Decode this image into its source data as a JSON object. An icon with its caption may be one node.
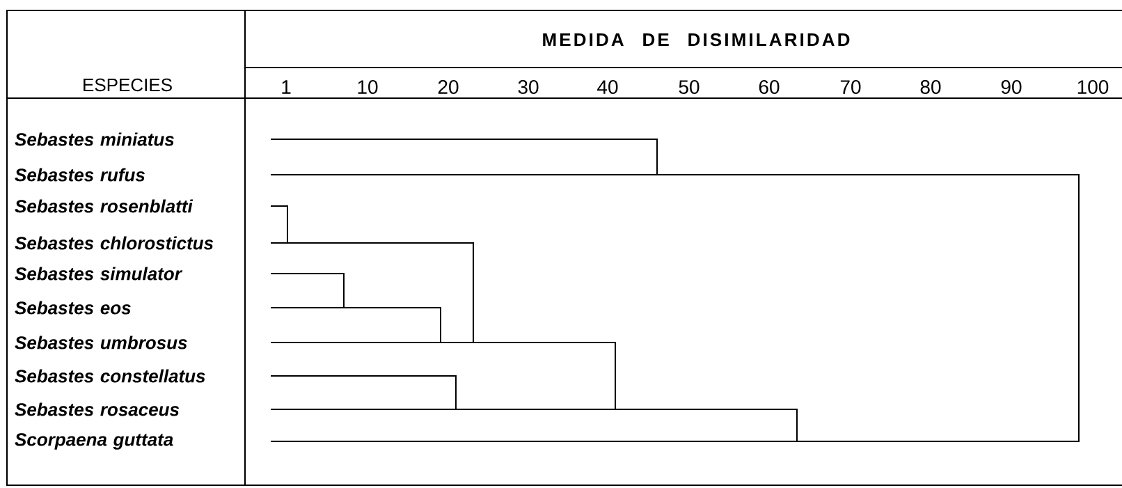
{
  "diagram": {
    "nodes": [
      {
        "text": [
          "Sebastes miniatus"
        ]
      },
      {
        "text": [
          "Sebastes rufus"
        ]
      },
      {
        "text": [
          "Sebastes rosenblatti"
        ]
      },
      {
        "text": [
          "Sebastes chlorostictus"
        ]
      },
      {
        "text": [
          "Sebastes simulator"
        ]
      },
      {
        "text": [
          "Sebastes eos"
        ]
      },
      {
        "text": [
          "Sebastes umbrosus"
        ]
      },
      {
        "text": [
          "Sebastes constellatus"
        ]
      },
      {
        "text": [
          "Sebastes rosaceus"
        ]
      },
      {
        "text": [
          "Scorpaena guttata"
        ]
      }
    ],
    "edges": [
      {
        "from": 2,
        "to": 3,
        "arrow": "none"
      },
      {
        "from": 4,
        "to": 5,
        "arrow": "none"
      },
      {
        "from": 5,
        "to": 6,
        "arrow": "none"
      },
      {
        "from": 7,
        "to": 8,
        "arrow": "none"
      },
      {
        "from": 3,
        "to": 6,
        "arrow": "none"
      },
      {
        "from": 6,
        "to": 8,
        "arrow": "none"
      },
      {
        "from": 0,
        "to": 1,
        "arrow": "none"
      },
      {
        "from": 8,
        "to": 9,
        "arrow": "none"
      },
      {
        "from": 1,
        "to": 9,
        "arrow": "none"
      }
    ],
    "labels": [
      "MEDIDA DE DISIMILARIDAD",
      "ESPECIES",
      "1",
      "10",
      "20",
      "30",
      "40",
      "50",
      "60",
      "70",
      "80",
      "90",
      "100"
    ]
  }
}
